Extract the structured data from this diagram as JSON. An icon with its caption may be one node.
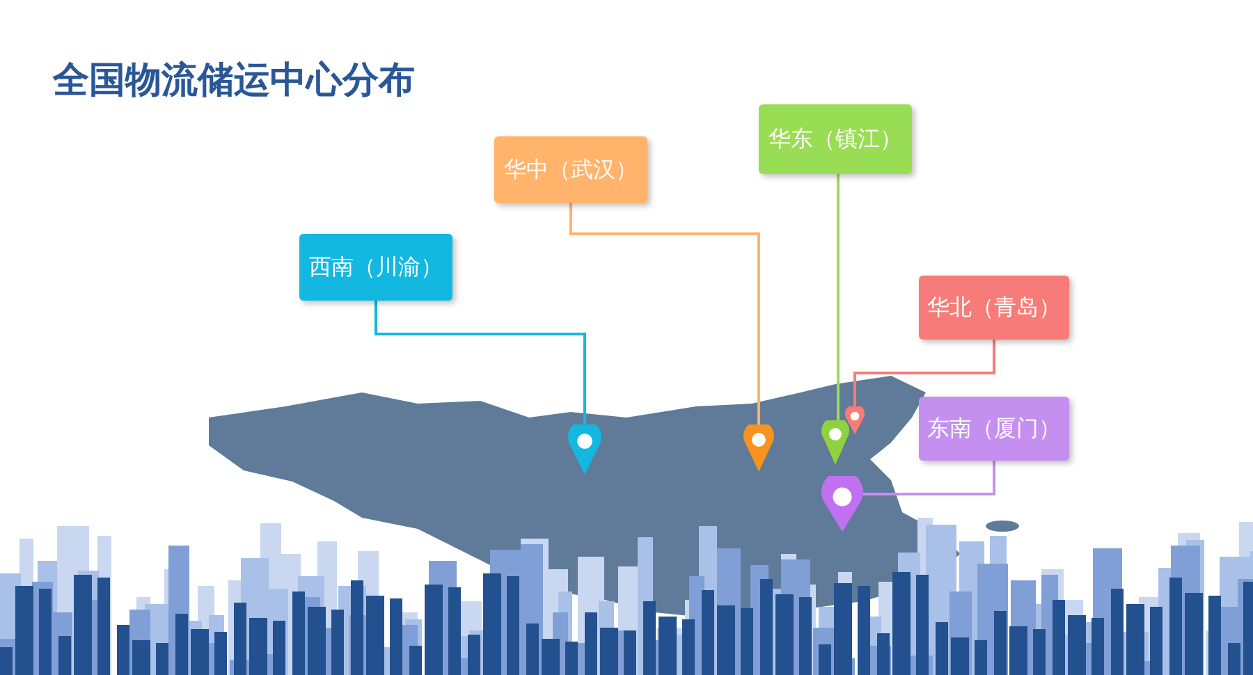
{
  "diagram": {
    "title": "全国物流储运中心分布",
    "nodes": [
      {
        "text": [
          "华东（镇江）"
        ]
      },
      {
        "text": [
          "华中（武汉）"
        ]
      },
      {
        "text": [
          "西南（川渝）"
        ]
      },
      {
        "text": [
          "华北（青岛）"
        ]
      },
      {
        "text": [
          "东南（厦门）"
        ]
      },
      {
        "text": [],
        "shape": "pin"
      },
      {
        "text": [],
        "shape": "pin"
      },
      {
        "text": [],
        "shape": "pin"
      },
      {
        "text": [],
        "shape": "pin"
      },
      {
        "text": [],
        "shape": "pin"
      }
    ],
    "edges": [
      {
        "from": 2,
        "to": 5,
        "arrow": "none",
        "color": "#12b8e0"
      },
      {
        "from": 1,
        "to": 6,
        "arrow": "none",
        "color": "#ffb36b"
      },
      {
        "from": 0,
        "to": 7,
        "arrow": "none",
        "color": "#99dd55"
      },
      {
        "from": 3,
        "to": 9,
        "arrow": "none",
        "color": "#f77b78"
      },
      {
        "from": 4,
        "to": 8,
        "arrow": "none",
        "color": "#c58ff0"
      }
    ]
  }
}
